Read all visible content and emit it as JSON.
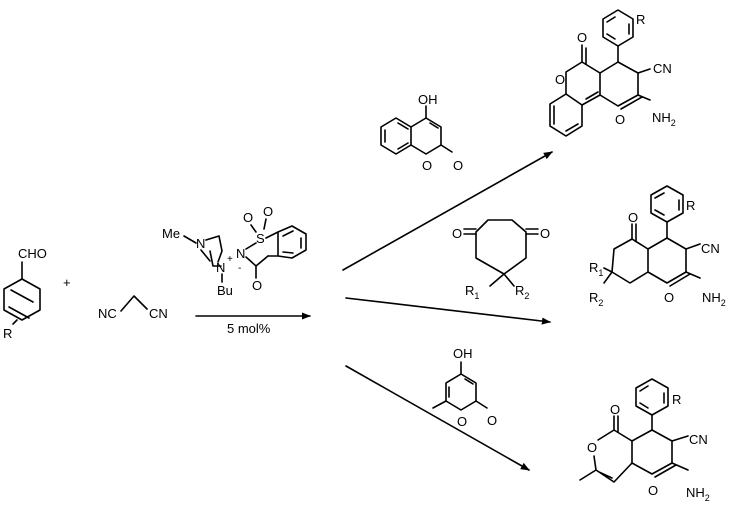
{
  "scheme": {
    "reactants": {
      "aldehyde": {
        "cho": "CHO",
        "r": "R"
      },
      "plus": "+",
      "malononitrile": {
        "nc": "NC",
        "cn": "CN"
      }
    },
    "catalyst": {
      "me_label": "Me",
      "n_label": "N",
      "n_plus": "N",
      "plus_sign": "+",
      "bu_label": "Bu",
      "o_label": "O",
      "s_label": "S",
      "n_minus": "N",
      "minus_sign": "-",
      "loading": "5 mol%"
    },
    "routes": [
      {
        "reagent": {
          "oh": "OH",
          "o_ring": "O",
          "o_exo": "O"
        },
        "product": {
          "r": "R",
          "o_top": "O",
          "o_ring_1": "O",
          "o_ring_2": "O",
          "cn": "CN",
          "nh": "NH",
          "nh_sub": "2"
        }
      },
      {
        "reagent": {
          "o_left": "O",
          "o_right": "O",
          "r1": "R",
          "r1_sub": "1",
          "r2": "R",
          "r2_sub": "2"
        },
        "product": {
          "r": "R",
          "o_top": "O",
          "r1": "R",
          "r1_sub": "1",
          "r2": "R",
          "r2_sub": "2",
          "o_ring": "O",
          "cn": "CN",
          "nh": "NH",
          "nh_sub": "2"
        }
      },
      {
        "reagent": {
          "oh": "OH",
          "o_ring": "O",
          "o_exo": "O"
        },
        "product": {
          "r": "R",
          "o_top": "O",
          "o_ring_1": "O",
          "o_ring_2": "O",
          "cn": "CN",
          "nh": "NH",
          "nh_sub": "2"
        }
      }
    ]
  }
}
